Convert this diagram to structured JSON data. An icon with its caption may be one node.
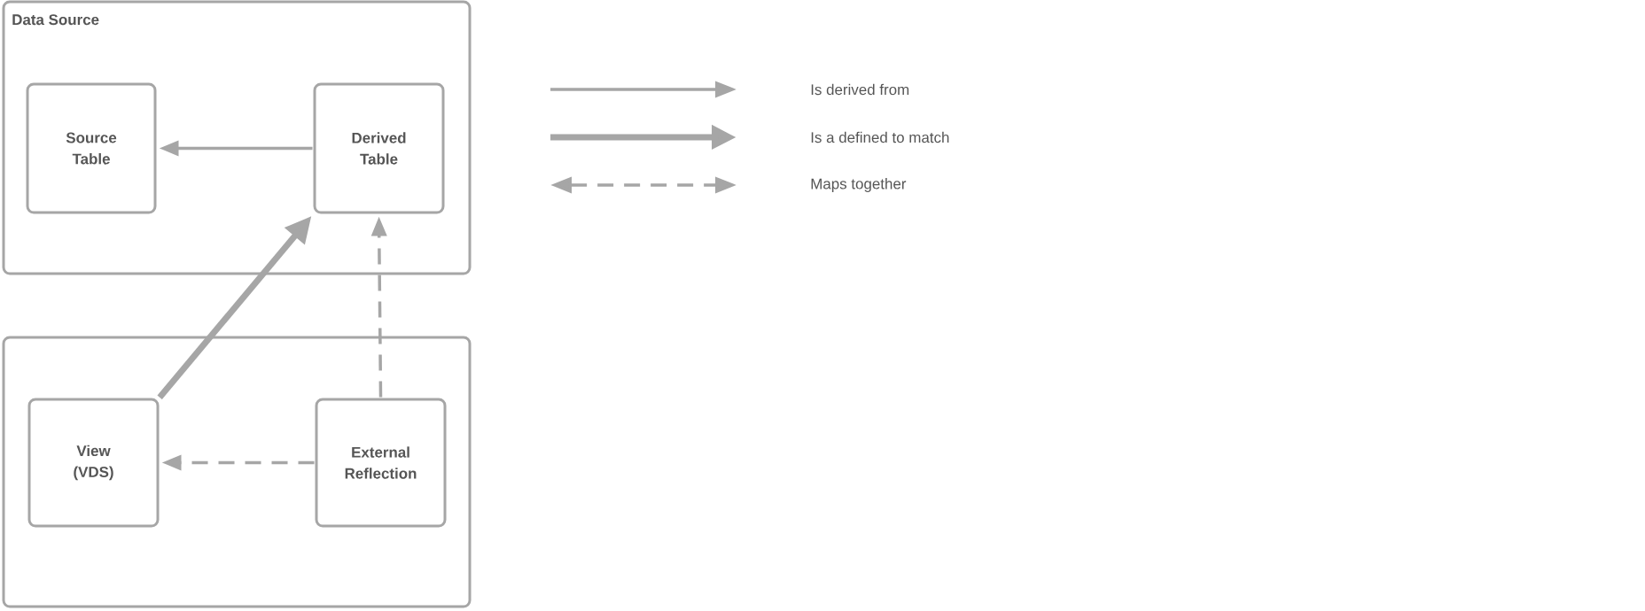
{
  "diagram": {
    "nodes": [
      {
        "text": [
          "Data Source"
        ]
      },
      {
        "text": [
          "Source Table"
        ],
        "in": 0
      },
      {
        "text": [
          "Derived Table"
        ],
        "in": 0
      },
      {
        "text": [],
        "shape": "box"
      },
      {
        "text": [
          "View (VDS)"
        ],
        "in": 3
      },
      {
        "text": [
          "External Reflection"
        ],
        "in": 3
      }
    ],
    "edges": [
      {
        "from": 2,
        "to": 1,
        "arrow": "to"
      },
      {
        "from": 4,
        "to": 2,
        "arrow": "to",
        "style": "thick"
      },
      {
        "from": 5,
        "to": 2,
        "arrow": "to",
        "style": "dashed"
      },
      {
        "from": 5,
        "to": 4,
        "arrow": "to",
        "style": "dashed"
      }
    ],
    "legend": [
      {
        "text": "Is derived from"
      },
      {
        "text": "Is a defined to match"
      },
      {
        "text": "Maps together"
      }
    ]
  }
}
